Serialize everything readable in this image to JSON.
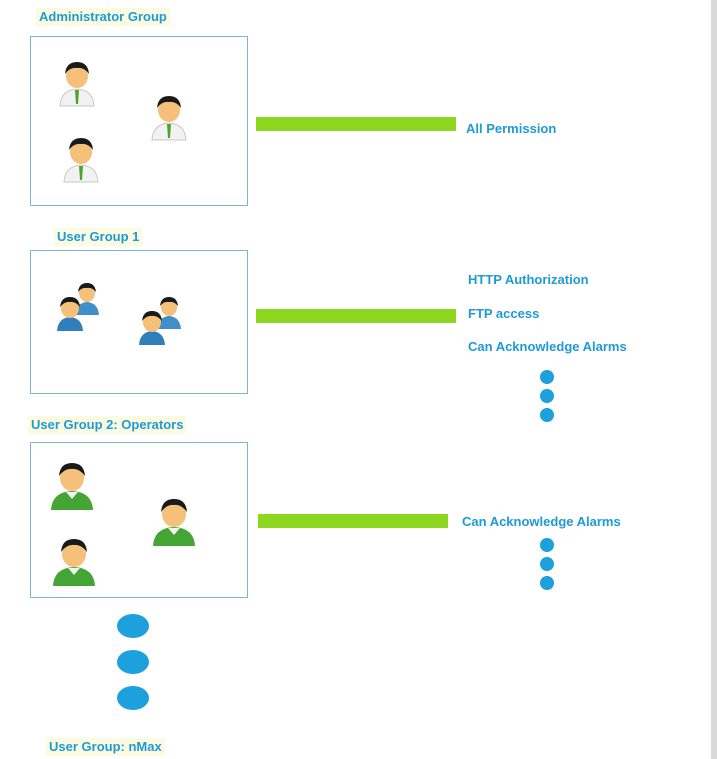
{
  "groups": [
    {
      "label": "Administrator Group",
      "permissions": [
        "All Permission"
      ]
    },
    {
      "label": "User Group 1",
      "permissions": [
        "HTTP Authorization",
        "FTP access",
        "Can Acknowledge Alarms"
      ]
    },
    {
      "label": "User Group 2: Operators",
      "permissions": [
        "Can Acknowledge Alarms"
      ]
    },
    {
      "label": "User Group: nMax",
      "permissions": []
    }
  ],
  "icons": {
    "admin_user": "person-white-shirt-green-tie-icon",
    "group1_user": "person-pair-blue-shirt-icon",
    "operator_user": "person-green-shirt-icon",
    "continuation": "ellipsis-dots-icon"
  },
  "colors": {
    "text": "#1e9ad6",
    "connector": "#8ed71f",
    "dots": "#1ea0dc",
    "box_border": "#7fb6cf"
  }
}
